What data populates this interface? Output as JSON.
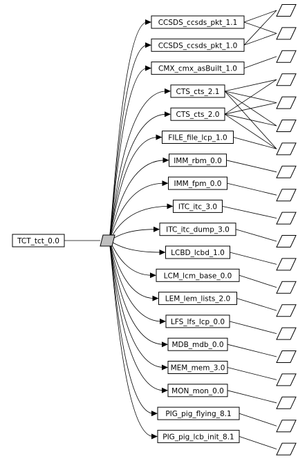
{
  "diagram": {
    "root": {
      "label": "TCT_tct_0.0"
    },
    "nodes": [
      {
        "label": "CCSDS_ccsds_pkt_1.1",
        "targets": [
          0,
          1
        ]
      },
      {
        "label": "CCSDS_ccsds_pkt_1.0",
        "targets": [
          0,
          1
        ]
      },
      {
        "label": "CMX_cmx_asBuilt_1.0",
        "targets": [
          2
        ]
      },
      {
        "label": "CTS_cts_2.1",
        "targets": [
          3,
          4,
          5,
          6
        ]
      },
      {
        "label": "CTS_cts_2.0",
        "targets": [
          3,
          4,
          5,
          6
        ]
      },
      {
        "label": "FILE_file_lcp_1.0",
        "targets": [
          6
        ]
      },
      {
        "label": "IMM_rbm_0.0",
        "targets": [
          7
        ]
      },
      {
        "label": "IMM_fpm_0.0",
        "targets": [
          8
        ]
      },
      {
        "label": "ITC_itc_3.0",
        "targets": [
          9
        ]
      },
      {
        "label": "ITC_itc_dump_3.0",
        "targets": [
          10
        ]
      },
      {
        "label": "LCBD_lcbd_1.0",
        "targets": [
          11
        ]
      },
      {
        "label": "LCM_lcm_base_0.0",
        "targets": [
          12
        ]
      },
      {
        "label": "LEM_lem_lists_2.0",
        "targets": [
          13
        ]
      },
      {
        "label": "LFS_lfs_lcp_0.0",
        "targets": [
          14
        ]
      },
      {
        "label": "MDB_mdb_0.0",
        "targets": [
          15
        ]
      },
      {
        "label": "MEM_mem_3.0",
        "targets": [
          16
        ]
      },
      {
        "label": "MON_mon_0.0",
        "targets": [
          17
        ]
      },
      {
        "label": "PIG_pig_flying_8.1",
        "targets": [
          18
        ]
      },
      {
        "label": "PIG_pig_lcb_init_8.1",
        "targets": [
          19
        ]
      }
    ],
    "leaf_count": 20
  }
}
